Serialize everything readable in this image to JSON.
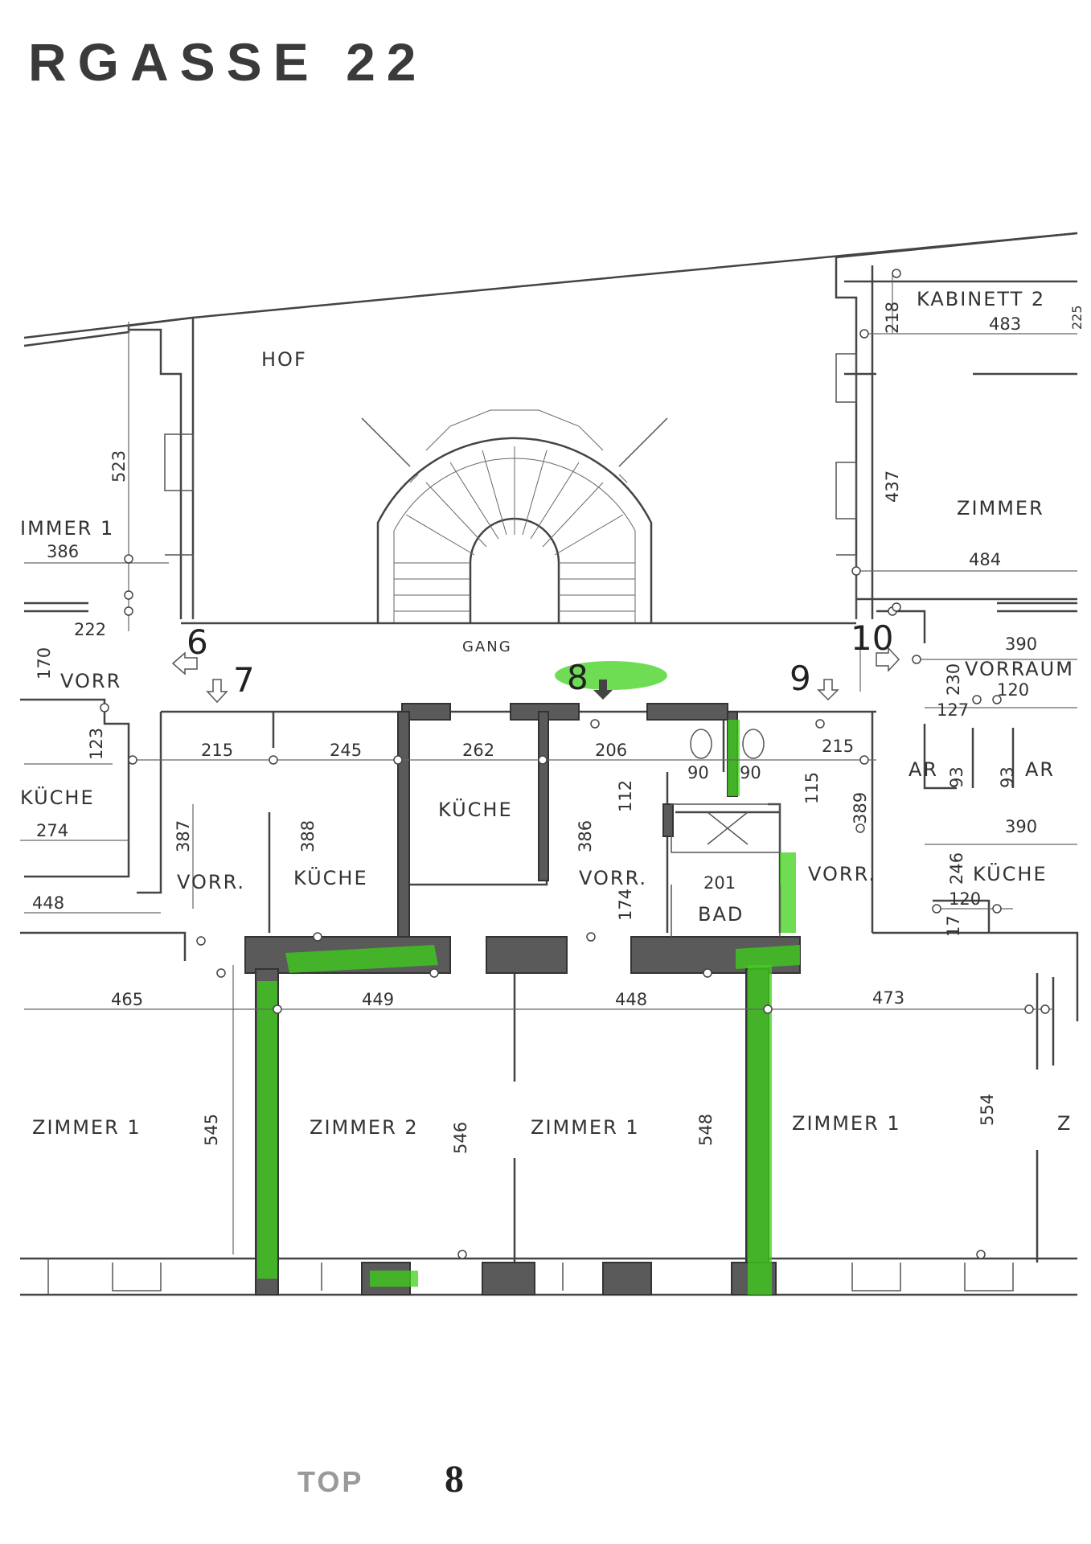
{
  "header": {
    "title": "RGASSE 22"
  },
  "footer": {
    "label": "TOP",
    "number": "8"
  },
  "units": [
    "6",
    "7",
    "8",
    "9",
    "10"
  ],
  "rooms": {
    "hof": "HOF",
    "gang": "GANG",
    "kabinett2": "KABINETT 2",
    "zimmer_top_right": "ZIMMER",
    "zimmer1_top_left": "IMMER 1",
    "vorr_left": "VORR",
    "vorraum_right": "VORRAUM",
    "kueche_far_left": "KÜCHE",
    "kueche_center": "KÜCHE",
    "kueche_left": "KÜCHE",
    "kueche_right": "KÜCHE",
    "vorr_a": "VORR.",
    "vorr_b": "VORR.",
    "vorr_c": "VORR.",
    "bad": "BAD",
    "ar1": "AR",
    "ar2": "AR",
    "zimmer1_a": "ZIMMER 1",
    "zimmer2": "ZIMMER 2",
    "zimmer1_b": "ZIMMER 1",
    "zimmer1_c": "ZIMMER 1",
    "z_edge": "Z"
  },
  "dimensions": {
    "d523": "523",
    "d386a": "386",
    "d222": "222",
    "d170": "170",
    "d123": "123",
    "d215a": "215",
    "d245": "245",
    "d262": "262",
    "d206": "206",
    "d215b": "215",
    "d274": "274",
    "d387": "387",
    "d388": "388",
    "d386b": "386",
    "d112": "112",
    "d90a": "90",
    "d90b": "90",
    "d115": "115",
    "d389": "389",
    "d448a": "448",
    "d174": "174",
    "d201": "201",
    "d465": "465",
    "d449": "449",
    "d448b": "448",
    "d473": "473",
    "d545": "545",
    "d546": "546",
    "d548": "548",
    "d554": "554",
    "d218": "218",
    "d483": "483",
    "d437": "437",
    "d484": "484",
    "d390a": "390",
    "d230": "230",
    "d120a": "120",
    "d127": "127",
    "d93a": "93",
    "d93b": "93",
    "d390b": "390",
    "d246": "246",
    "d120b": "120",
    "d17": "17",
    "d225": "225"
  },
  "colors": {
    "highlight": "#3fd11a",
    "wall_fill": "#5a5a5a"
  }
}
